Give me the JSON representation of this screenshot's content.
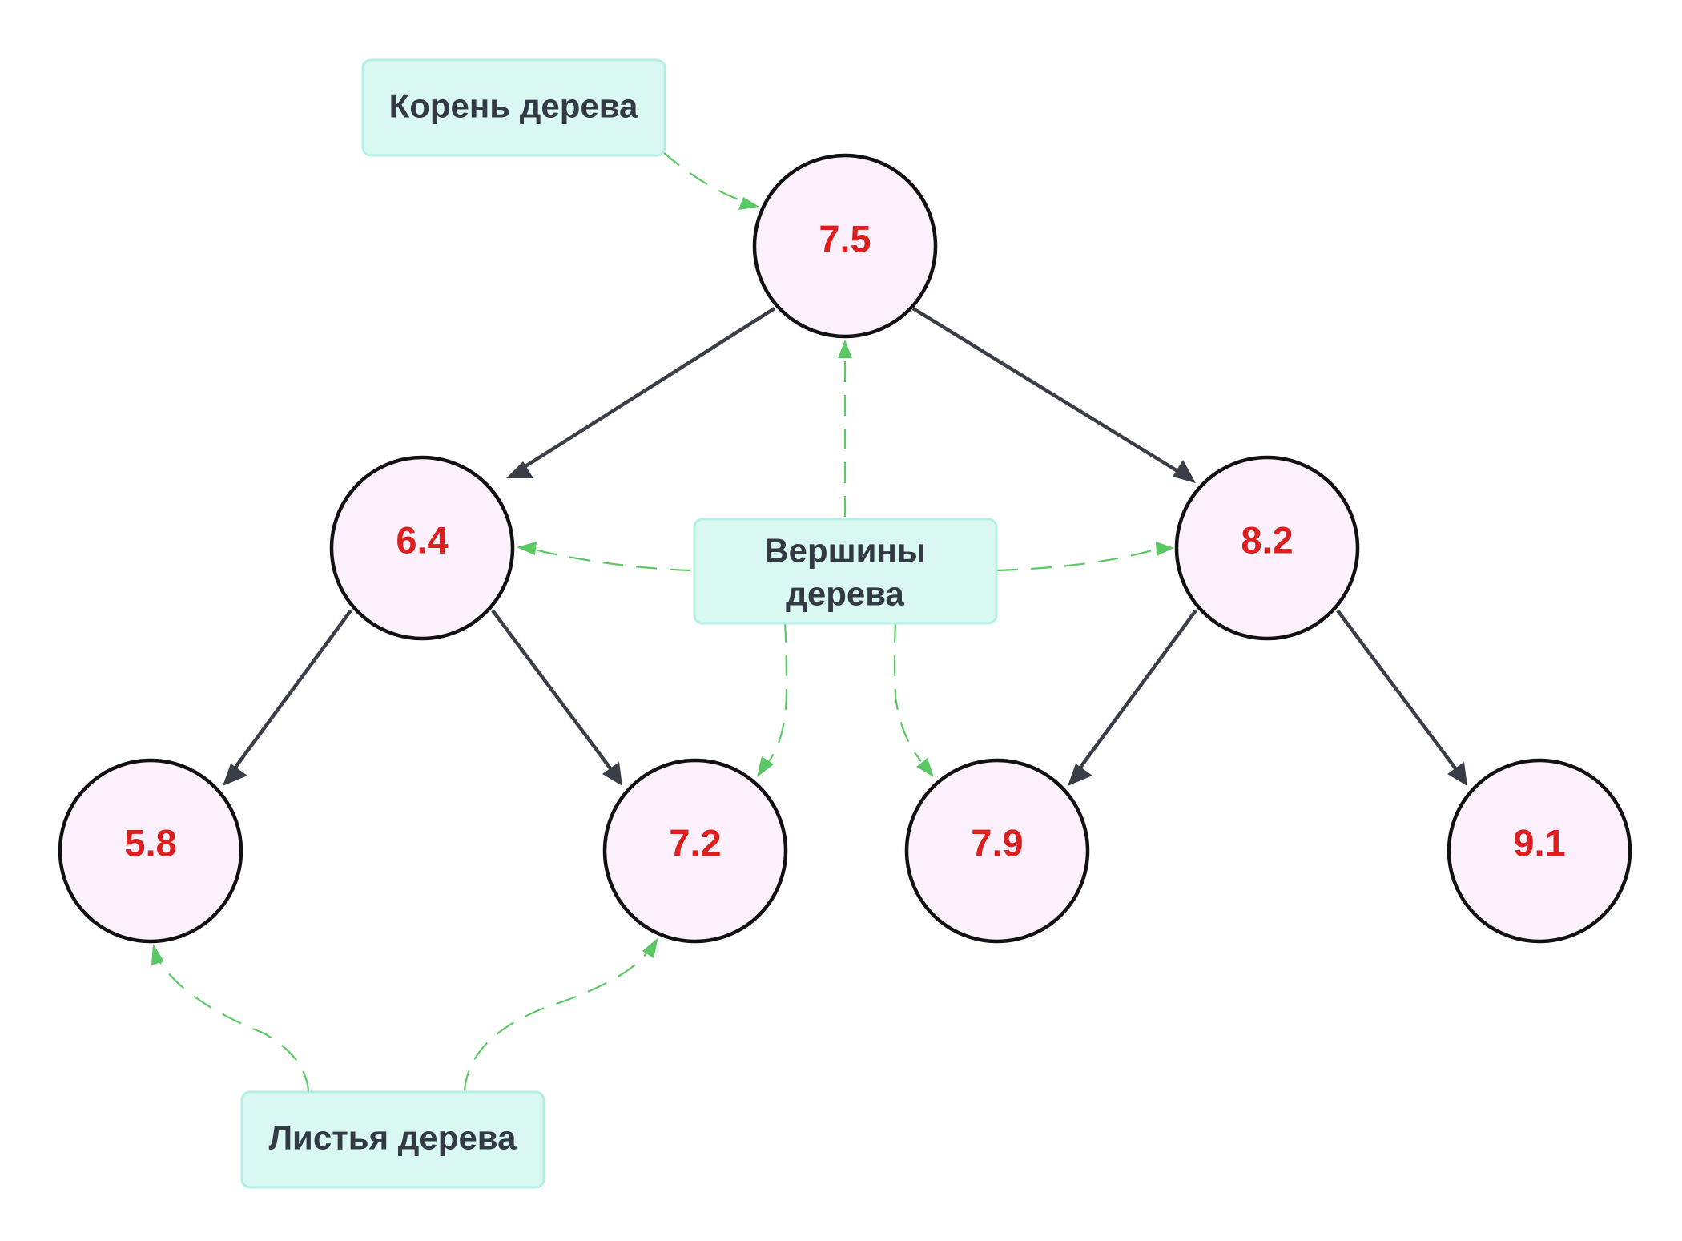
{
  "nodes": {
    "root": "7.5",
    "left": "6.4",
    "right": "8.2",
    "left_left": "5.8",
    "left_right": "7.2",
    "right_left": "7.9",
    "right_right": "9.1"
  },
  "edges": [
    {
      "from": "root",
      "to": "left"
    },
    {
      "from": "root",
      "to": "right"
    },
    {
      "from": "left",
      "to": "left_left"
    },
    {
      "from": "left",
      "to": "left_right"
    },
    {
      "from": "right",
      "to": "right_left"
    },
    {
      "from": "right",
      "to": "right_right"
    }
  ],
  "notes": {
    "root_note": "Корень дерева",
    "vertices_note_line1": "Вершины",
    "vertices_note_line2": "дерева",
    "leaves_note": "Листья дерева"
  },
  "colors": {
    "node_fill": "#fcf0fc",
    "node_stroke": "#111111",
    "node_text": "#dc1e1e",
    "edge": "#3a3f47",
    "note_fill": "#d9f8f2",
    "note_text": "#333a44",
    "pointer": "#5cc865"
  }
}
